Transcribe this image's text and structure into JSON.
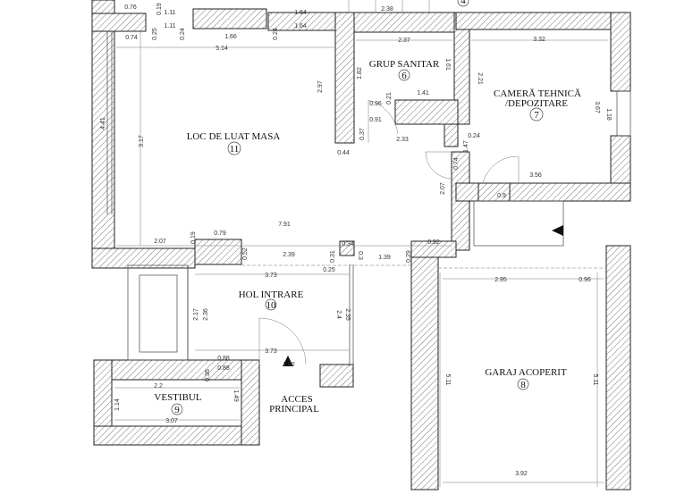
{
  "rooms": {
    "dining": {
      "label": "LOC DE LUAT MASA",
      "number": "11"
    },
    "bathroom": {
      "label": "GRUP SANITAR",
      "number": "6"
    },
    "technical": {
      "label_line1": "CAMERĂ TEHNICĂ",
      "label_line2": "/DEPOZITARE",
      "number": "7"
    },
    "hall": {
      "label": "HOL INTRARE",
      "number": "10"
    },
    "vestibule": {
      "label": "VESTIBUL",
      "number": "9"
    },
    "garage": {
      "label": "GARAJ ACOPERIT",
      "number": "8"
    },
    "top_right_number": "4"
  },
  "entrance": {
    "line1": "ACCES",
    "line2": "PRINCIPAL"
  },
  "dimensions": {
    "top": [
      "0.76",
      "1.11",
      "1.11",
      "1.64",
      "1.64",
      "1.66",
      "0.74",
      "5.14",
      "2.38",
      "0.24",
      "0.24",
      "0.25",
      "0.19"
    ],
    "bathroom": [
      "2.37",
      "1.61",
      "1.82",
      "1.41",
      "0.96",
      "0.91",
      "0.21",
      "2.33",
      "0.37",
      "0.44",
      "2.97"
    ],
    "technical": [
      "3.32",
      "2.21",
      "3.67",
      "1.18",
      "0.24",
      "1.47",
      "0.74",
      "3.56",
      "0.9",
      "2.07"
    ],
    "dining": [
      "4.41",
      "3.17",
      "7.91",
      "2.07",
      "0.19",
      "0.79",
      "0.52",
      "2.39",
      "0.34",
      "0.31",
      "0.3",
      "1.39",
      "0.29",
      "0.92",
      "0.25"
    ],
    "hall": [
      "3.73",
      "2.17",
      "2.36",
      "2.4",
      "2.35",
      "3.73",
      "1.42",
      "0.88",
      "0.88",
      "0.36"
    ],
    "vestibule": [
      "2.2",
      "1.14",
      "1.49",
      "3.07"
    ],
    "garage": [
      "2.95",
      "0.96",
      "5.11",
      "5.11",
      "3.92"
    ]
  },
  "colors": {
    "line": "#222222",
    "hatch": "#555555",
    "background": "#ffffff"
  }
}
